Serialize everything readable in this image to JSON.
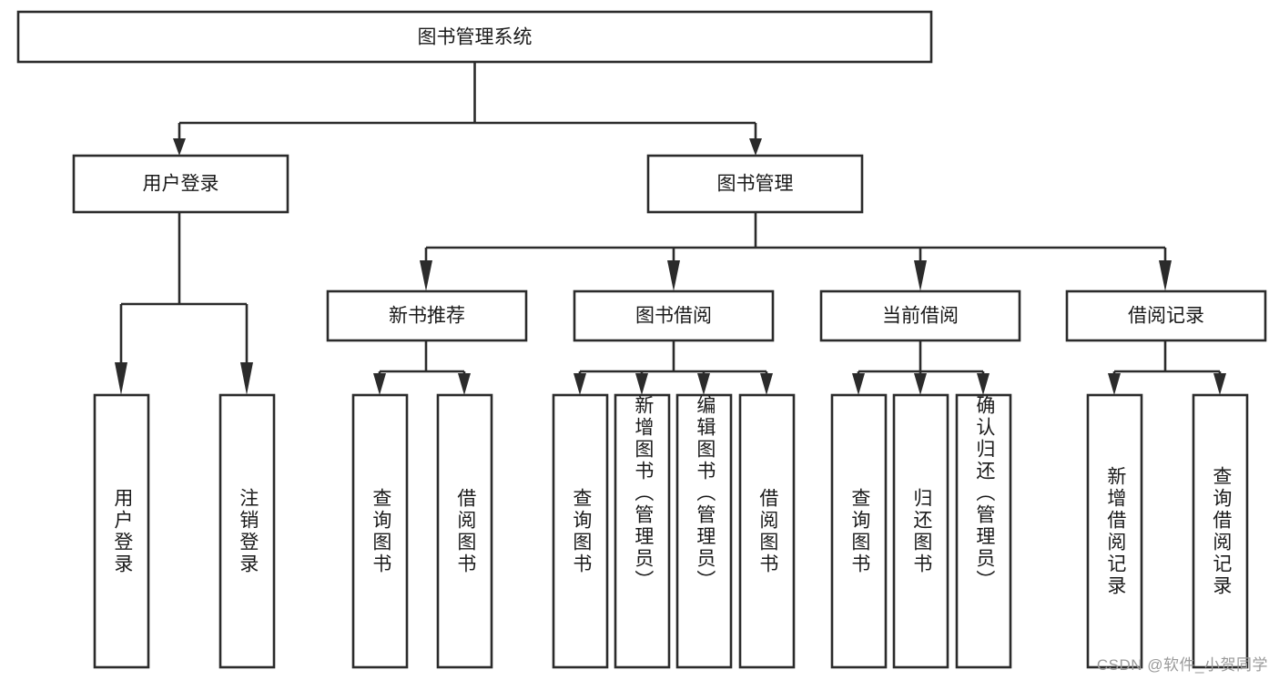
{
  "diagram": {
    "title": "图书管理系统",
    "type": "tree",
    "root": {
      "id": "root",
      "label": "图书管理系统",
      "orientation": "horizontal"
    },
    "level2": [
      {
        "id": "user-login",
        "label": "用户登录",
        "orientation": "horizontal"
      },
      {
        "id": "book-manage",
        "label": "图书管理",
        "orientation": "horizontal"
      }
    ],
    "level3": [
      {
        "id": "new-book-recommend",
        "label": "新书推荐",
        "orientation": "horizontal",
        "parent": "book-manage"
      },
      {
        "id": "book-borrow",
        "label": "图书借阅",
        "orientation": "horizontal",
        "parent": "book-manage"
      },
      {
        "id": "current-borrow",
        "label": "当前借阅",
        "orientation": "horizontal",
        "parent": "book-manage"
      },
      {
        "id": "borrow-record",
        "label": "借阅记录",
        "orientation": "horizontal",
        "parent": "book-manage"
      }
    ],
    "leaves": [
      {
        "id": "leaf-user-login",
        "label": "用户登录",
        "parent": "user-login",
        "orientation": "vertical"
      },
      {
        "id": "leaf-logout-login",
        "label": "注销登录",
        "parent": "user-login",
        "orientation": "vertical"
      },
      {
        "id": "leaf-query-book-1",
        "label": "查询图书",
        "parent": "new-book-recommend",
        "orientation": "vertical"
      },
      {
        "id": "leaf-borrow-book-1",
        "label": "借阅图书",
        "parent": "new-book-recommend",
        "orientation": "vertical"
      },
      {
        "id": "leaf-query-book-2",
        "label": "查询图书",
        "parent": "book-borrow",
        "orientation": "vertical"
      },
      {
        "id": "leaf-add-book",
        "label": "新增图书（管理员）",
        "parent": "book-borrow",
        "orientation": "vertical"
      },
      {
        "id": "leaf-edit-book",
        "label": "编辑图书（管理员）",
        "parent": "book-borrow",
        "orientation": "vertical"
      },
      {
        "id": "leaf-borrow-book-2",
        "label": "借阅图书",
        "parent": "book-borrow",
        "orientation": "vertical"
      },
      {
        "id": "leaf-query-book-3",
        "label": "查询图书",
        "parent": "current-borrow",
        "orientation": "vertical"
      },
      {
        "id": "leaf-return-book",
        "label": "归还图书",
        "parent": "current-borrow",
        "orientation": "vertical"
      },
      {
        "id": "leaf-confirm-return",
        "label": "确认归还（管理员）",
        "parent": "current-borrow",
        "orientation": "vertical"
      },
      {
        "id": "leaf-add-record",
        "label": "新增借阅记录",
        "parent": "borrow-record",
        "orientation": "vertical"
      },
      {
        "id": "leaf-query-record",
        "label": "查询借阅记录",
        "parent": "borrow-record",
        "orientation": "vertical"
      }
    ],
    "colors": {
      "stroke": "#2b2b2b",
      "fill": "#ffffff",
      "text": "#1a1a1a",
      "watermark": "#9a9a9a"
    }
  },
  "watermark": {
    "text": "CSDN @软件_小贺同学"
  }
}
